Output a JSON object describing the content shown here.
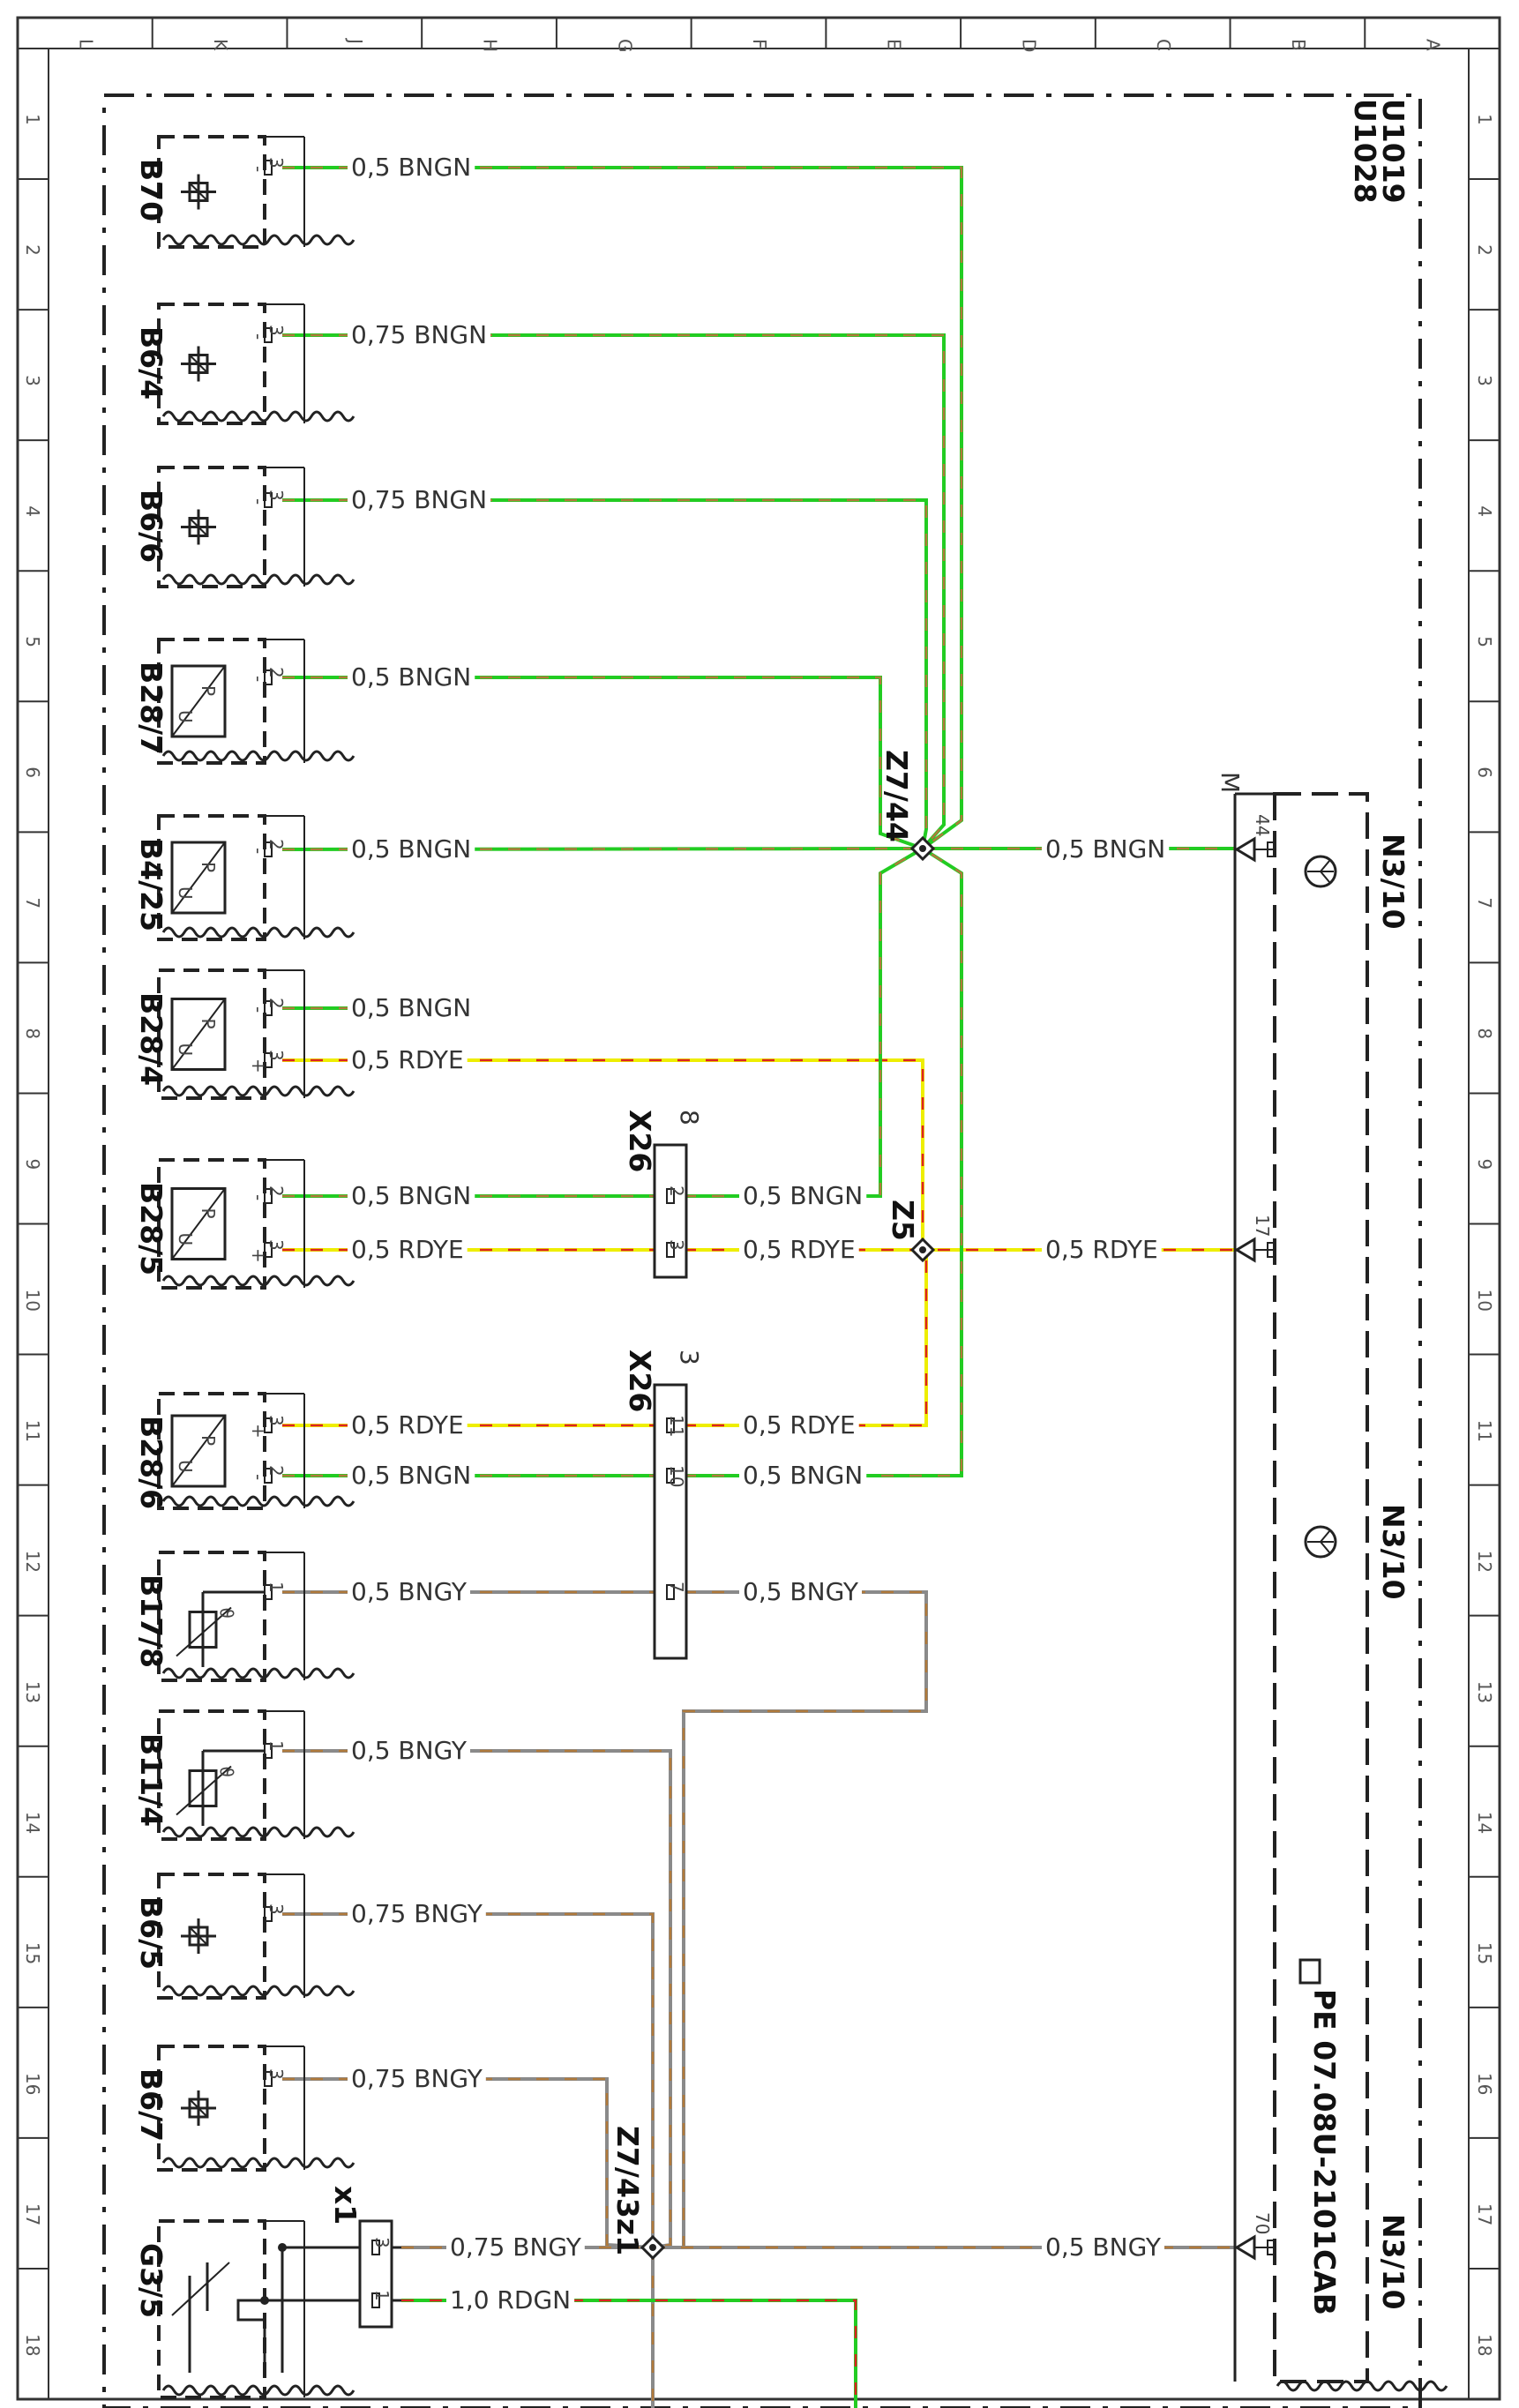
{
  "sheet": {
    "col_letters": [
      "L",
      "K",
      "J",
      "H",
      "G",
      "F",
      "E",
      "D",
      "C",
      "B",
      "A"
    ],
    "row_numbers": [
      "1",
      "2",
      "3",
      "4",
      "5",
      "6",
      "7",
      "8",
      "9",
      "10",
      "11",
      "12",
      "13",
      "14",
      "15",
      "16",
      "17",
      "18"
    ],
    "doc_ids": [
      "U1019",
      "U1028"
    ],
    "page_ref": "PE 07.08U-2101CAB"
  },
  "colors": {
    "green": "#22cc22",
    "brown": "#b07a3c",
    "red": "#dd2222",
    "yellow": "#eeee00",
    "gray": "#8a8a8a",
    "ink": "#222222"
  },
  "components": [
    {
      "id": "B70",
      "symbol": "sensor"
    },
    {
      "id": "B6/4",
      "symbol": "sensor"
    },
    {
      "id": "B6/6",
      "symbol": "sensor"
    },
    {
      "id": "B28/7",
      "symbol": "pressure"
    },
    {
      "id": "B4/25",
      "symbol": "pressure"
    },
    {
      "id": "B28/4",
      "symbol": "pressure"
    },
    {
      "id": "B28/5",
      "symbol": "pressure"
    },
    {
      "id": "B28/6",
      "symbol": "pressure"
    },
    {
      "id": "B17/8",
      "symbol": "temp"
    },
    {
      "id": "B11/4",
      "symbol": "temp"
    },
    {
      "id": "B6/5",
      "symbol": "sensor"
    },
    {
      "id": "B6/7",
      "symbol": "sensor"
    },
    {
      "id": "G3/5",
      "symbol": "oxygen"
    }
  ],
  "pins": [
    "3",
    "3",
    "3",
    "2",
    "2",
    "2",
    "3",
    "2",
    "3",
    "3",
    "2",
    "1",
    "1",
    "3",
    "3"
  ],
  "polarity": {
    "minus": "-",
    "plus": "+"
  },
  "pressure_glyph": {
    "p": "P",
    "u": "U"
  },
  "wires": {
    "w1": "0,5 BNGN",
    "w2": "0,75 BNGN",
    "w3": "0,75 BNGN",
    "w4": "0,5 BNGN",
    "w5": "0,5 BNGN",
    "w6": "0,5 BNGN",
    "w7": "0,5 RDYE",
    "w8": "0,5 BNGN",
    "w9": "0,5 RDYE",
    "w10": "0,5 RDYE",
    "w11": "0,5 BNGN",
    "w12": "0,5 BNGY",
    "w13": "0,5 BNGY",
    "w14": "0,75 BNGY",
    "w15": "0,75 BNGY",
    "w16": "0,75 BNGY",
    "w17": "1,0 RDGN",
    "x26a_out1": "0,5 BNGN",
    "x26a_out2": "0,5 RDYE",
    "x26b_out1": "0,5 RDYE",
    "x26b_out2": "0,5 BNGN",
    "x26b_out3": "0,5 BNGY",
    "n310_in1": "0,5 BNGN",
    "n310_in2": "0,5 RDYE",
    "n310_in3": "0,5 BNGY"
  },
  "splices": {
    "z744": "Z7/44",
    "z5": "Z5",
    "z743": "Z7/43z1"
  },
  "connectors": {
    "x26_a": {
      "label": "X26",
      "count": "8",
      "pins": [
        "2",
        "3"
      ]
    },
    "x26_b": {
      "label": "X26",
      "count": "3",
      "pins": [
        "11",
        "10",
        "7"
      ]
    },
    "x1": {
      "label": "x1",
      "pins": [
        "3",
        "1"
      ]
    }
  },
  "module": {
    "label1": "N3/10",
    "label2": "N3/10",
    "label3": "N3/10",
    "bus_label": "M",
    "pins": [
      "44",
      "17",
      "70"
    ]
  }
}
